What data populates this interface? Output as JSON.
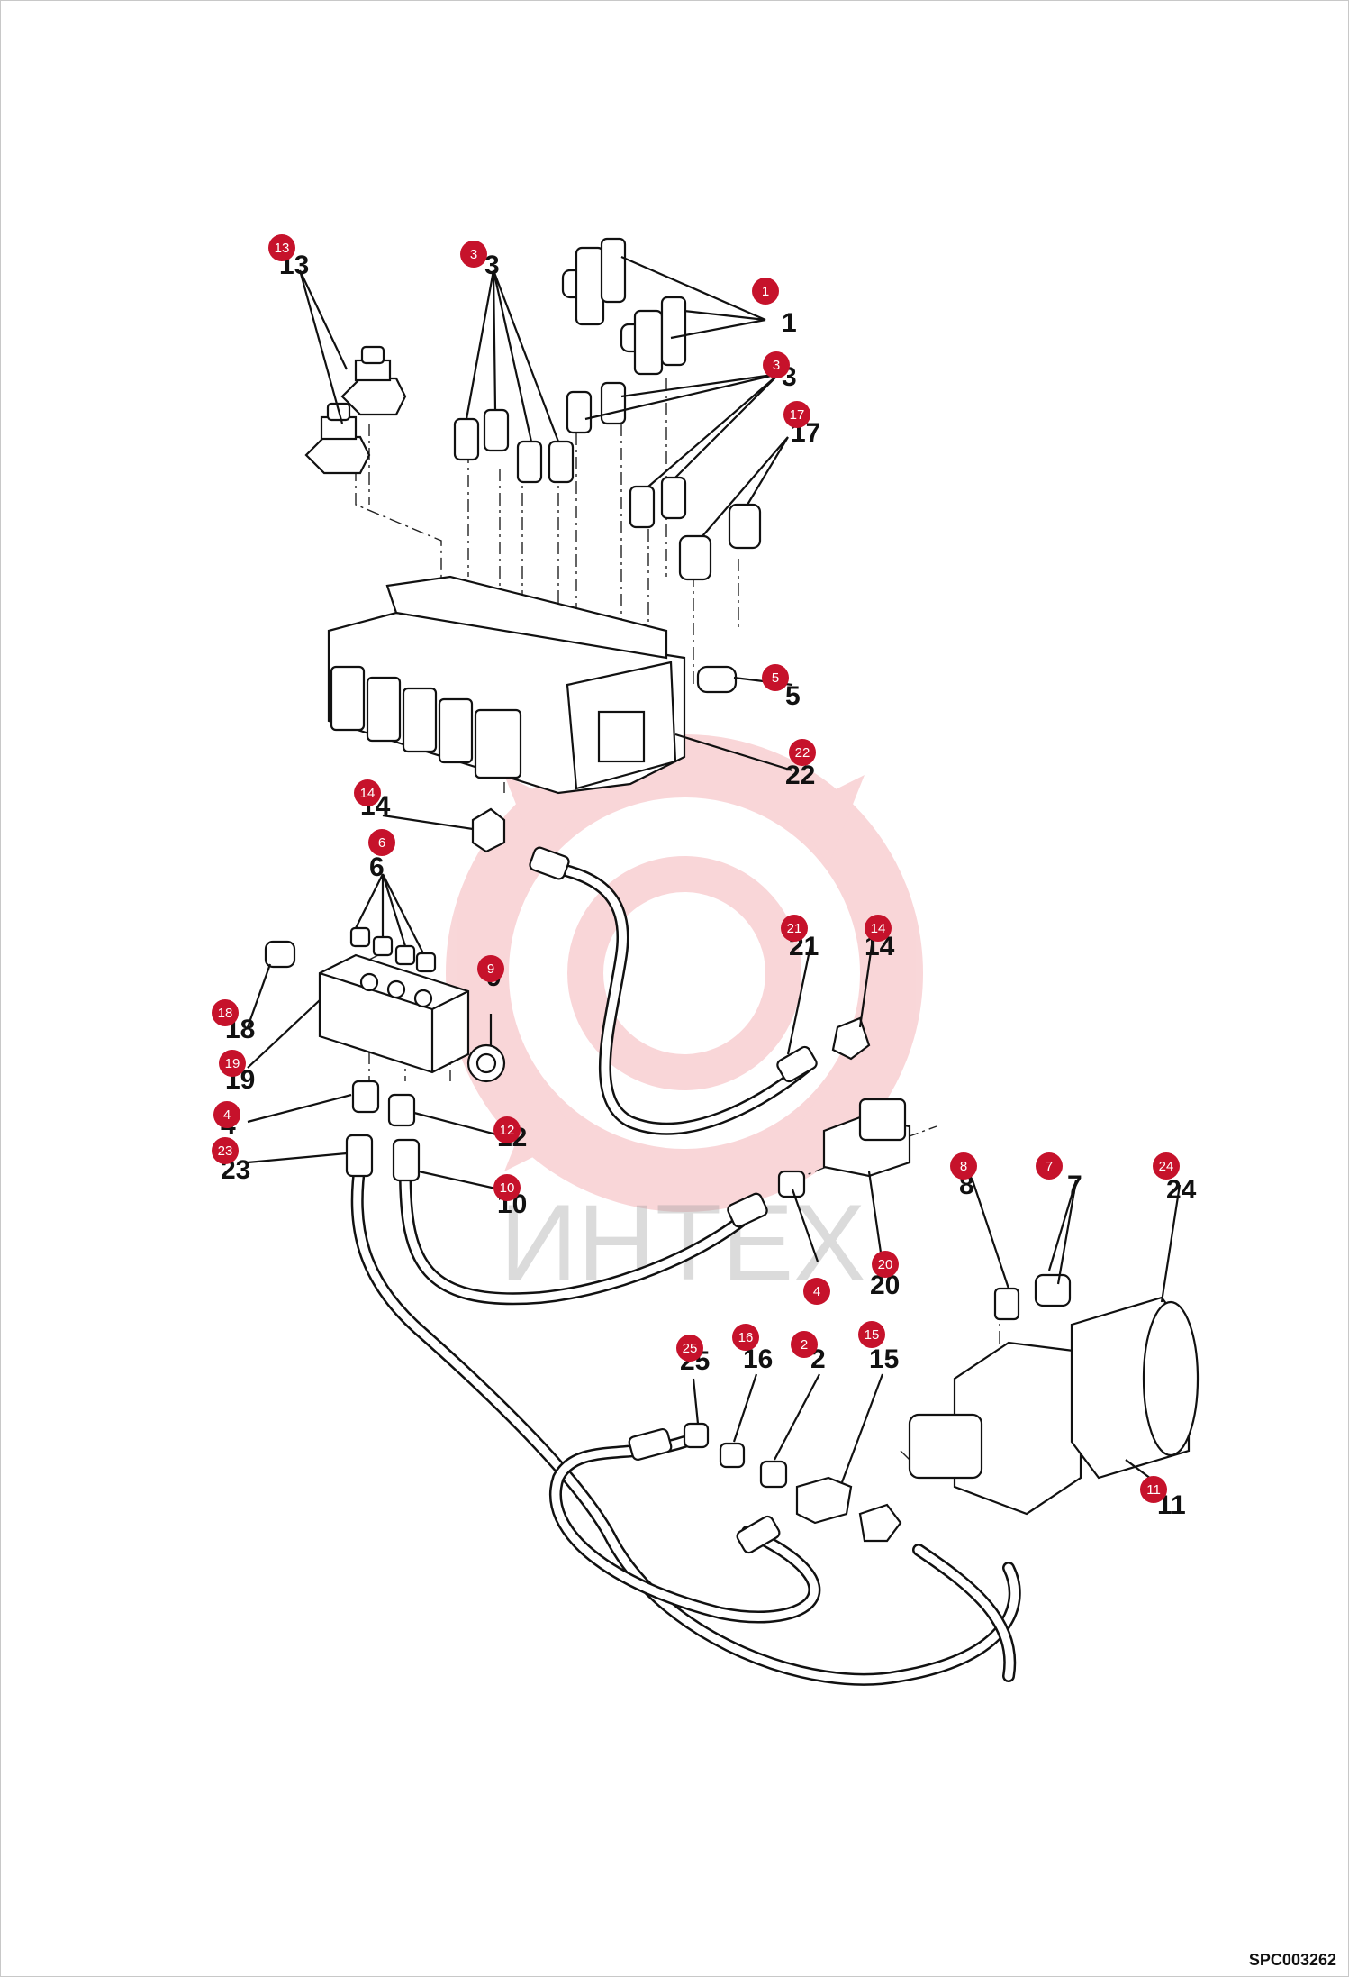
{
  "document_code": "SPC003262",
  "watermark_text": "ИНТЕХ",
  "accent_color": "#c6122b",
  "callouts": [
    {
      "id": "c1",
      "number": "1"
    },
    {
      "id": "c2",
      "number": "2"
    },
    {
      "id": "c3a",
      "number": "3"
    },
    {
      "id": "c3b",
      "number": "3"
    },
    {
      "id": "c4a",
      "number": "4"
    },
    {
      "id": "c4b",
      "number": "4"
    },
    {
      "id": "c5",
      "number": "5"
    },
    {
      "id": "c6",
      "number": "6"
    },
    {
      "id": "c7",
      "number": "7"
    },
    {
      "id": "c8",
      "number": "8"
    },
    {
      "id": "c9",
      "number": "9"
    },
    {
      "id": "c10",
      "number": "10"
    },
    {
      "id": "c11",
      "number": "11"
    },
    {
      "id": "c12",
      "number": "12"
    },
    {
      "id": "c13",
      "number": "13"
    },
    {
      "id": "c14a",
      "number": "14"
    },
    {
      "id": "c14b",
      "number": "14"
    },
    {
      "id": "c15",
      "number": "15"
    },
    {
      "id": "c16",
      "number": "16"
    },
    {
      "id": "c17",
      "number": "17"
    },
    {
      "id": "c18",
      "number": "18"
    },
    {
      "id": "c19",
      "number": "19"
    },
    {
      "id": "c20",
      "number": "20"
    },
    {
      "id": "c21",
      "number": "21"
    },
    {
      "id": "c22",
      "number": "22"
    },
    {
      "id": "c23",
      "number": "23"
    },
    {
      "id": "c24",
      "number": "24"
    },
    {
      "id": "c25",
      "number": "25"
    }
  ]
}
